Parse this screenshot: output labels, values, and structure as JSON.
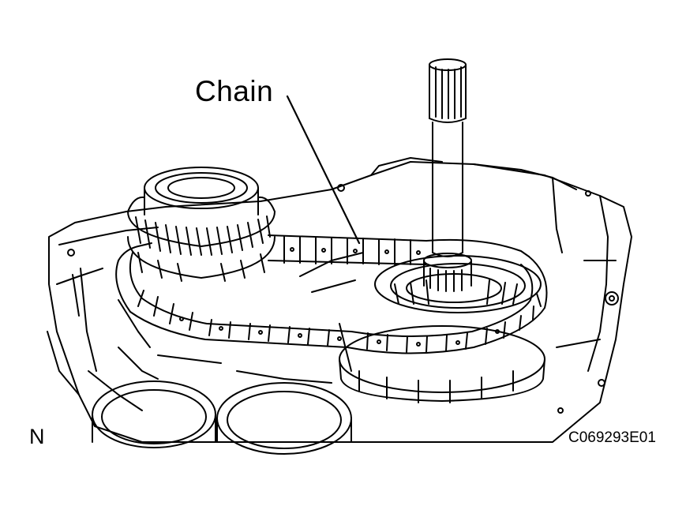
{
  "labels": {
    "callout": "Chain",
    "view_mark": "N",
    "figure_code": "C069293E01"
  },
  "colors": {
    "ink": "#000000",
    "paper": "#ffffff"
  }
}
